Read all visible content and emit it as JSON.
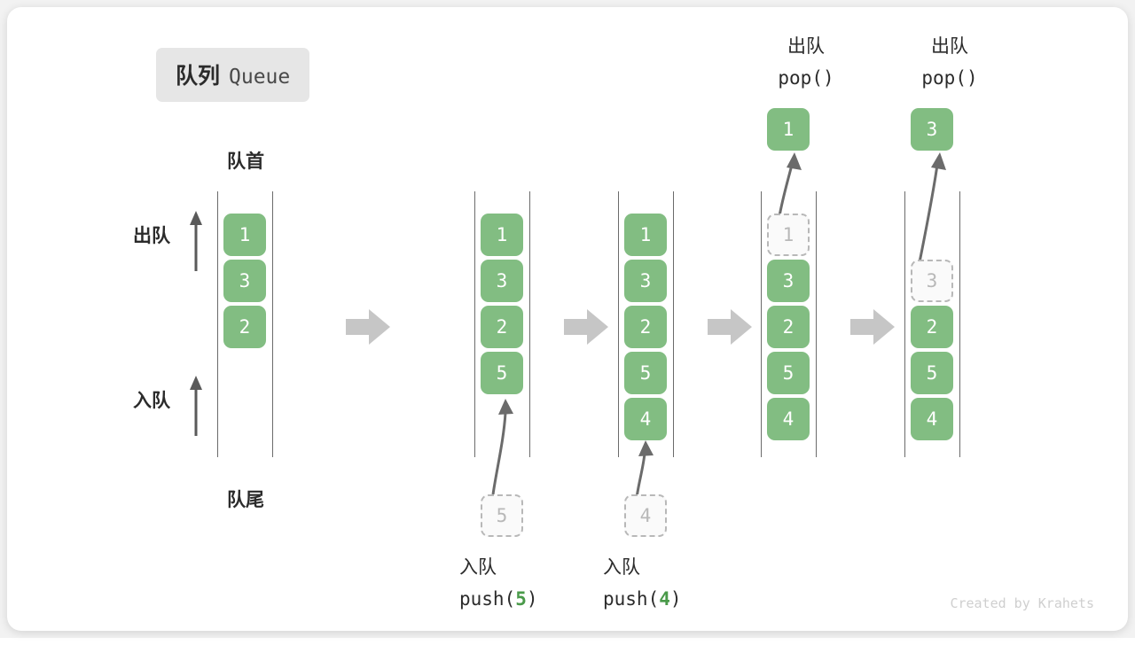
{
  "title": {
    "cn": "队列",
    "en": "Queue"
  },
  "labels": {
    "front": "队首",
    "rear": "队尾",
    "dequeue": "出队",
    "enqueue": "入队"
  },
  "colors": {
    "cell_fill": "#82bd82",
    "cell_text": "#ffffff",
    "ghost_border": "#b8b8b8",
    "ghost_text": "#b8b8b8",
    "accent_arg": "#4a9a4a",
    "rail": "#6b6b6b",
    "step_arrow": "#c6c6c6",
    "badge_bg": "#e6e6e6"
  },
  "columns": [
    {
      "id": "initial",
      "cells": [
        {
          "value": "1",
          "state": "filled"
        },
        {
          "value": "3",
          "state": "filled"
        },
        {
          "value": "2",
          "state": "filled"
        }
      ],
      "side_labels": true
    },
    {
      "id": "after-push-5",
      "cells": [
        {
          "value": "1",
          "state": "filled"
        },
        {
          "value": "3",
          "state": "filled"
        },
        {
          "value": "2",
          "state": "filled"
        },
        {
          "value": "5",
          "state": "filled"
        }
      ],
      "incoming": {
        "value": "5",
        "state": "ghost"
      },
      "caption": {
        "line1": "入队",
        "fn": "push(",
        "arg": "5",
        "close": ")"
      }
    },
    {
      "id": "after-push-4",
      "cells": [
        {
          "value": "1",
          "state": "filled"
        },
        {
          "value": "3",
          "state": "filled"
        },
        {
          "value": "2",
          "state": "filled"
        },
        {
          "value": "5",
          "state": "filled"
        },
        {
          "value": "4",
          "state": "filled"
        }
      ],
      "incoming": {
        "value": "4",
        "state": "ghost"
      },
      "caption": {
        "line1": "入队",
        "fn": "push(",
        "arg": "4",
        "close": ")"
      }
    },
    {
      "id": "after-pop-1",
      "cells": [
        {
          "value": "1",
          "state": "ghost"
        },
        {
          "value": "3",
          "state": "filled"
        },
        {
          "value": "2",
          "state": "filled"
        },
        {
          "value": "5",
          "state": "filled"
        },
        {
          "value": "4",
          "state": "filled"
        }
      ],
      "outgoing": {
        "value": "1",
        "state": "filled"
      },
      "caption": {
        "line1": "出队",
        "line2": "pop()"
      }
    },
    {
      "id": "after-pop-3",
      "cells": [
        {
          "value": "3",
          "state": "ghost",
          "slot": 1
        },
        {
          "value": "2",
          "state": "filled"
        },
        {
          "value": "5",
          "state": "filled"
        },
        {
          "value": "4",
          "state": "filled"
        }
      ],
      "outgoing": {
        "value": "3",
        "state": "filled"
      },
      "caption": {
        "line1": "出队",
        "line2": "pop()"
      }
    }
  ],
  "credit": "Created by Krahets"
}
